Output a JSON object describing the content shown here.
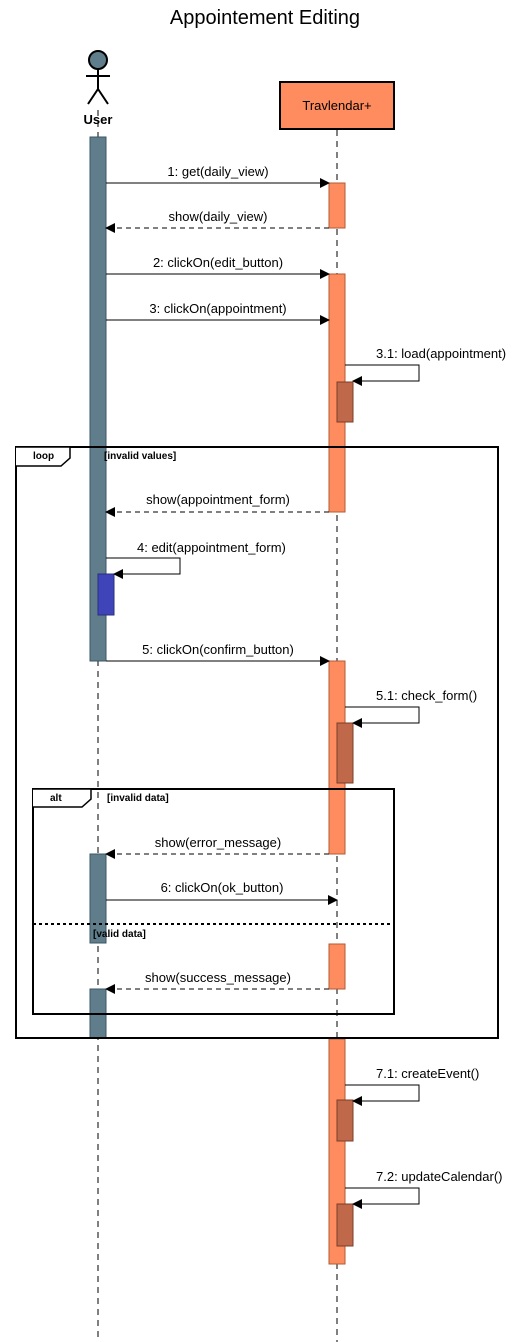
{
  "title": "Appointement Editing",
  "participants": {
    "user": {
      "name": "User",
      "color": "#607D8B"
    },
    "system": {
      "name": "Travlendar+",
      "color": "#FF8C5E"
    }
  },
  "colors": {
    "user_activation": "#607D8B",
    "system_activation": "#FF8C5E",
    "nested_system_activation": "#C0684A",
    "nested_user_activation": "#3F45B8"
  },
  "messages": {
    "m1": "1: get(daily_view)",
    "m1r": "show(daily_view)",
    "m2": "2: clickOn(edit_button)",
    "m3": "3: clickOn(appointment)",
    "m31": "3.1: load(appointment)",
    "m_form": "show(appointment_form)",
    "m4": "4: edit(appointment_form)",
    "m5": "5: clickOn(confirm_button)",
    "m51": "5.1: check_form()",
    "m_err": "show(error_message)",
    "m6": "6: clickOn(ok_button)",
    "m_succ": "show(success_message)",
    "m71": "7.1: createEvent()",
    "m72": "7.2: updateCalendar()"
  },
  "fragments": {
    "loop": {
      "operator": "loop",
      "guard": "[invalid values]"
    },
    "alt": {
      "operator": "alt",
      "guard1": "[invalid data]",
      "guard2": "[valid data]"
    }
  }
}
